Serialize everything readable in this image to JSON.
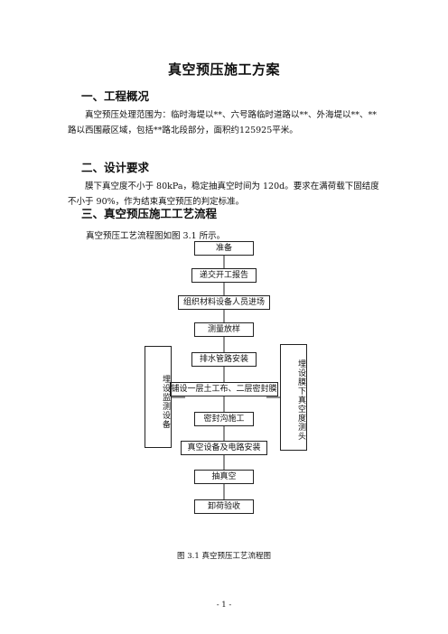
{
  "title": "真空预压施工方案",
  "section1": {
    "heading": "一、工程概况",
    "text": "真空预压处理范围为：临时海堤以**、六号路临时道路以**、外海堤以**、**路以西围蔽区域，包括**路北段部分，面积约125925平米。"
  },
  "section2": {
    "heading": "二、设计要求",
    "text": "膜下真空度不小于 80kPa，稳定抽真空时间为 120d。要求在满荷载下固结度不小于 90%，作为结束真空预压的判定标准。"
  },
  "section3": {
    "heading": "三、真空预压施工工艺流程",
    "intro": "真空预压工艺流程图如图 3.1 所示。"
  },
  "flowchart": {
    "steps": [
      "准备",
      "递交开工报告",
      "组织材料设备人员进场",
      "测量放样",
      "排水管路安装",
      "铺设一层土工布、二层密封膜",
      "密封沟施工",
      "真空设备及电路安装",
      "抽真空",
      "卸荷验收"
    ],
    "left_side": "埋设监测设备",
    "right_side": "埋设膜下真空度测头",
    "caption": "图 3.1  真空预压工艺流程图"
  },
  "page_number": "- 1 -"
}
